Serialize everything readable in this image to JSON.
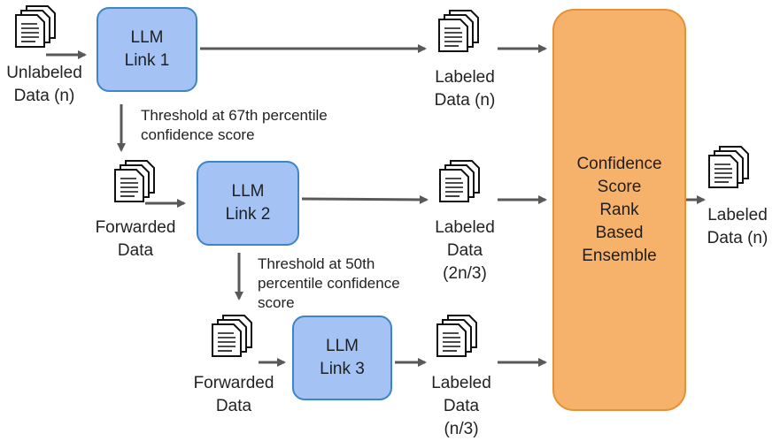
{
  "llm_links": [
    {
      "line1": "LLM",
      "line2": "Link 1"
    },
    {
      "line1": "LLM",
      "line2": "Link 2"
    },
    {
      "line1": "LLM",
      "line2": "Link 3"
    }
  ],
  "inputs": [
    {
      "line1": "Unlabeled",
      "line2": "Data (n)"
    },
    {
      "line1": "Forwarded",
      "line2": "Data"
    },
    {
      "line1": "Forwarded",
      "line2": "Data"
    }
  ],
  "outputs": [
    {
      "line1": "Labeled",
      "line2": "Data (n)",
      "line3": ""
    },
    {
      "line1": "Labeled",
      "line2": "Data",
      "line3": "(2n/3)"
    },
    {
      "line1": "Labeled",
      "line2": "Data",
      "line3": "(n/3)"
    }
  ],
  "thresholds": [
    {
      "line1": "Threshold at 67th percentile",
      "line2": "confidence score",
      "line3": ""
    },
    {
      "line1": "Threshold at 50th",
      "line2": "percentile confidence",
      "line3": "score"
    }
  ],
  "ensemble": {
    "lines": [
      "Confidence",
      "Score",
      "Rank",
      "Based",
      "Ensemble"
    ]
  },
  "final_output": {
    "line1": "Labeled",
    "line2": "Data (n)"
  },
  "colors": {
    "llm_fill": "#a4c2f4",
    "llm_border": "#3d85c6",
    "ensemble_fill": "#f6b26b",
    "ensemble_border": "#e69138",
    "arrow": "#595959"
  }
}
